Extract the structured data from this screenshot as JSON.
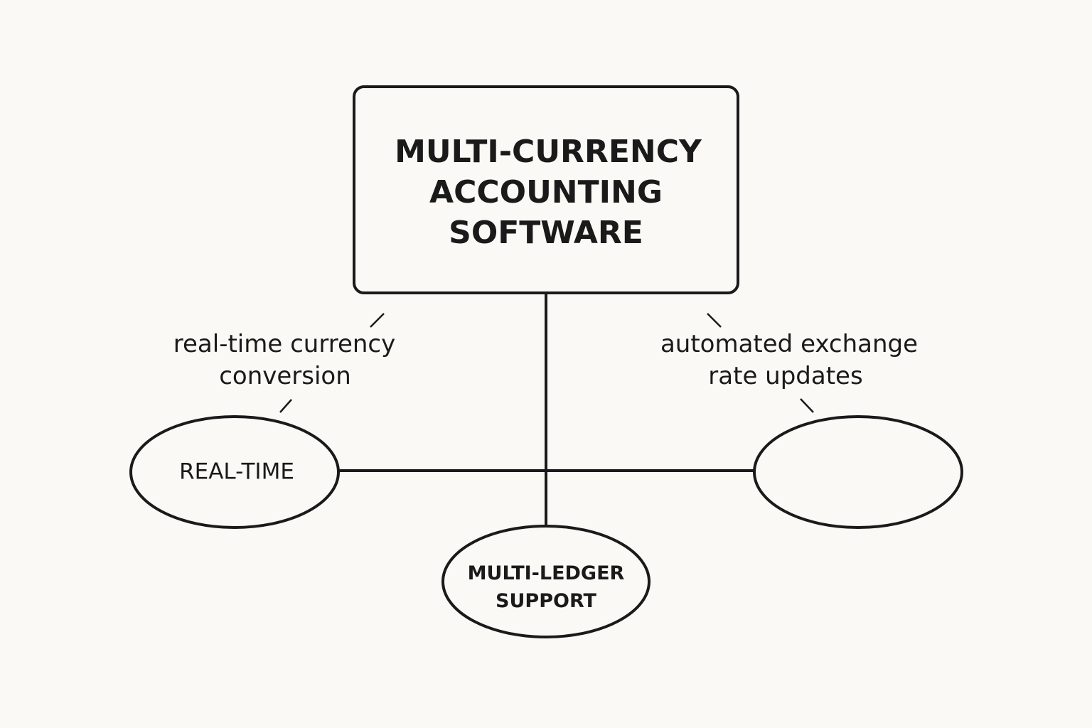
{
  "main_box": {
    "title_lines": [
      "MULTI-CURRENCY",
      "ACCOUNTING",
      "SOFTWARE"
    ]
  },
  "left_node": {
    "label": "REAL-TIME"
  },
  "right_node": {
    "label": ""
  },
  "bottom_node": {
    "label_lines": [
      "MULTI-LEDGER",
      "SUPPORT"
    ]
  },
  "annotations": {
    "left": [
      "real-time currency",
      "conversion"
    ],
    "right": [
      "automated exchange",
      "rate updates"
    ]
  }
}
